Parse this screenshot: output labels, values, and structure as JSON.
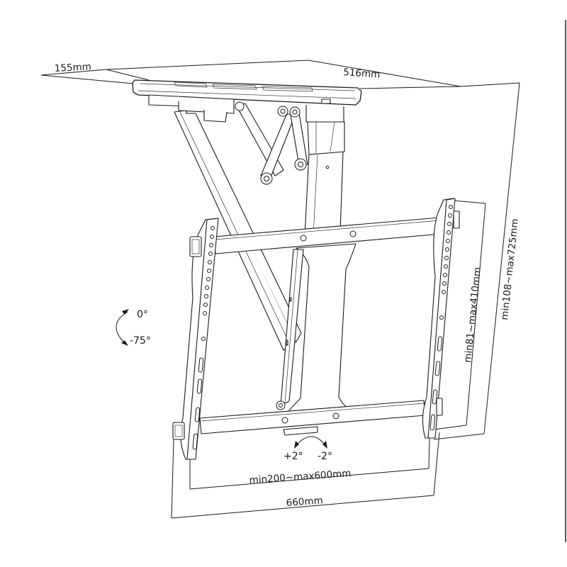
{
  "diagram": {
    "subject": "ceiling-tv-mount",
    "dimensions": {
      "depth_top": "155mm",
      "width_top": "516mm",
      "height_range": "min108~max725mm",
      "vesa_vertical_range": "min81~max410mm",
      "vesa_horizontal_range": "min200~max600mm",
      "overall_width": "660mm"
    },
    "tilt_vertical": {
      "upper_label": "0°",
      "lower_label": "-75°"
    },
    "tilt_swivel": {
      "left_label": "+2°",
      "right_label": "-2°"
    },
    "colors": {
      "line": "#1a1a1a",
      "background": "#ffffff",
      "frame_edge": "#5a5a5a"
    }
  }
}
